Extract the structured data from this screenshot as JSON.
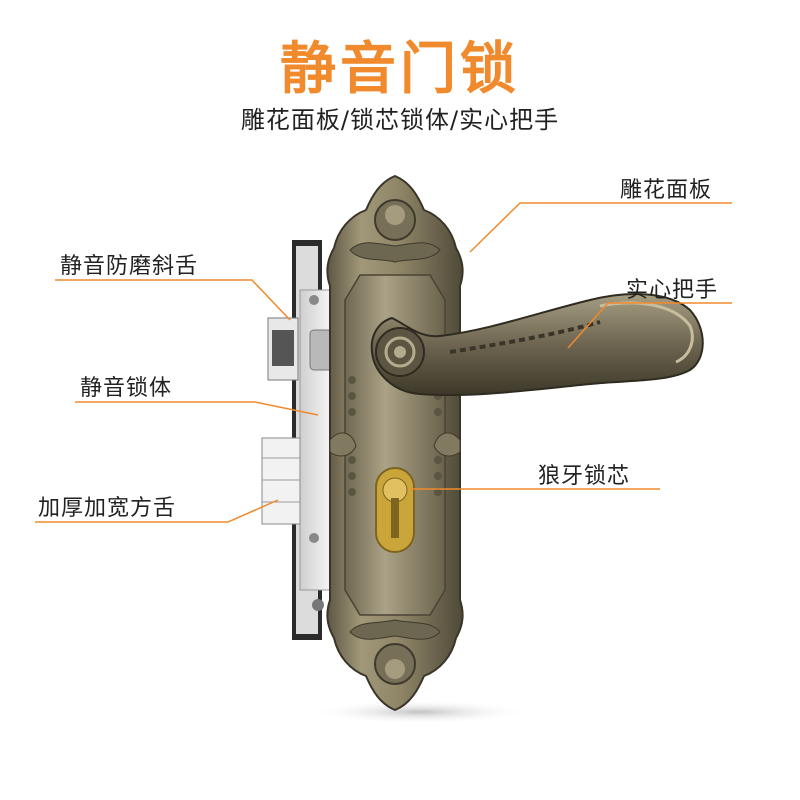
{
  "title": "静音门锁",
  "subtitle": "雕花面板/锁芯锁体/实心把手",
  "labels": {
    "carved_panel": "雕花面板",
    "silent_latch": "静音防磨斜舌",
    "solid_handle": "实心把手",
    "silent_lock_body": "静音锁体",
    "wolf_tooth_cylinder": "狼牙锁芯",
    "thick_wide_bolt": "加厚加宽方舌"
  },
  "colors": {
    "accent": "#f08a2c",
    "bronze": "#8a8168",
    "dark_bronze": "#4a4434",
    "brass": "#c9a53a"
  }
}
